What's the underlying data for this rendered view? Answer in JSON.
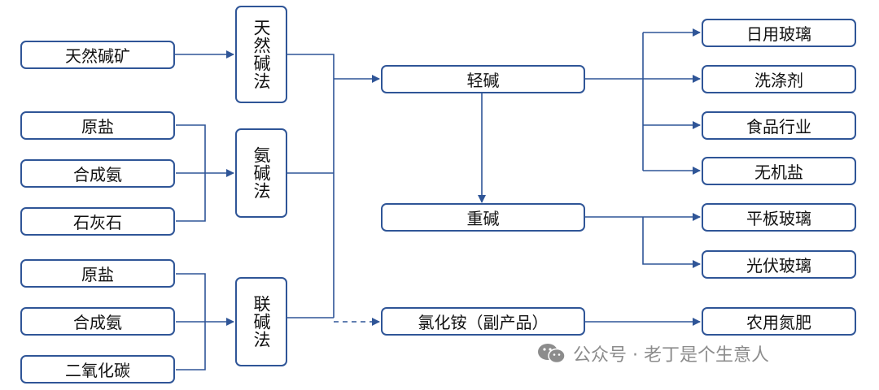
{
  "raw_materials": {
    "natural_ore": "天然碱矿",
    "ammonia_group": [
      "原盐",
      "合成氨",
      "石灰石"
    ],
    "joint_group": [
      "原盐",
      "合成氨",
      "二氧化碳"
    ]
  },
  "processes": {
    "natural": "天然碱法",
    "ammonia_soda": "氨碱法",
    "joint": "联碱法"
  },
  "products": {
    "light_soda": "轻碱",
    "heavy_soda": "重碱",
    "ammonium_chloride": "氯化铵（副产品）"
  },
  "applications": {
    "light": [
      "日用玻璃",
      "洗涤剂",
      "食品行业",
      "无机盐"
    ],
    "heavy": [
      "平板玻璃",
      "光伏玻璃"
    ],
    "ammonium": "农用氮肥"
  },
  "watermark": {
    "text": "公众号 · 老丁是个生意人",
    "icon": "wechat-icon"
  },
  "colors": {
    "line": "#2F5597",
    "border": "#2F5597",
    "watermark": "#8c8c8c"
  }
}
